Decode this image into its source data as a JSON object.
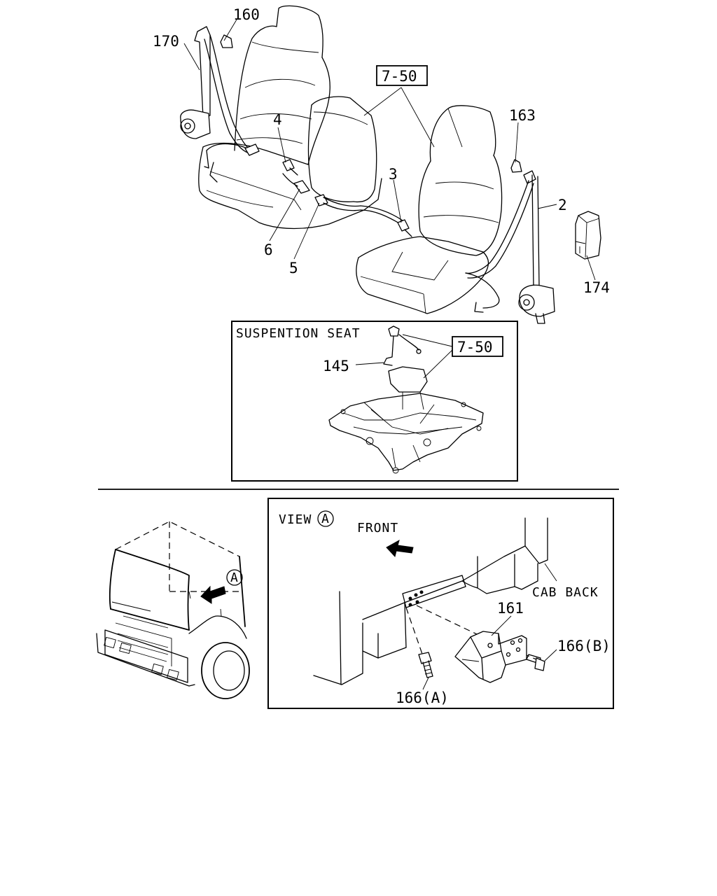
{
  "labels": {
    "p160": "160",
    "p170": "170",
    "p163": "163",
    "p2": "2",
    "p4": "4",
    "p3": "3",
    "p6": "6",
    "p5": "5",
    "p174": "174",
    "p145": "145",
    "p161": "161",
    "p166a": "166(A)",
    "p166b": "166(B)",
    "ref_seat": "7-50",
    "ref_susp": "7-50"
  },
  "inset_suspension": {
    "title": "SUSPENTION SEAT"
  },
  "inset_view": {
    "title": "VIEW",
    "marker": "A",
    "front": "FRONT",
    "cab_back": "CAB BACK"
  },
  "cab_marker": "A"
}
